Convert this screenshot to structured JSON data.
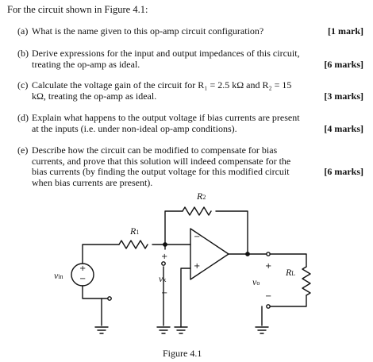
{
  "intro": "For the circuit shown in Figure 4.1:",
  "questions": [
    {
      "label": "(a)",
      "text": "What is the name given to this op-amp circuit configuration?",
      "marks": "[1 mark]"
    },
    {
      "label": "(b)",
      "text": "Derive expressions for the input and output impedances of this circuit, treating the op-amp as ideal.",
      "marks": "[6 marks]"
    },
    {
      "label": "(c)",
      "text": "Calculate the voltage gain of the circuit for R₁ = 2.5 kΩ and R₂ = 15 kΩ, treating the op-amp as ideal.",
      "marks": "[3 marks]"
    },
    {
      "label": "(d)",
      "text": "Explain what happens to the output voltage if bias currents are present at the inputs (i.e. under non-ideal op-amp conditions).",
      "marks": "[4 marks]"
    },
    {
      "label": "(e)",
      "text": "Describe how the circuit can be modified to compensate for bias currents, and prove that this solution will indeed compensate for the bias currents (by finding the output voltage for this modified circuit when bias currents are present).",
      "marks": "[6 marks]"
    }
  ],
  "figure": {
    "caption": "Figure 4.1",
    "r1": "R",
    "r1_sub": "1",
    "r2": "R",
    "r2_sub": "2",
    "rl": "R",
    "rl_sub": "L",
    "vin": "v",
    "vin_sub": "in",
    "vx": "v",
    "vx_sub": "x",
    "vo": "v",
    "vo_sub": "o",
    "plus": "+",
    "minus": "−"
  }
}
